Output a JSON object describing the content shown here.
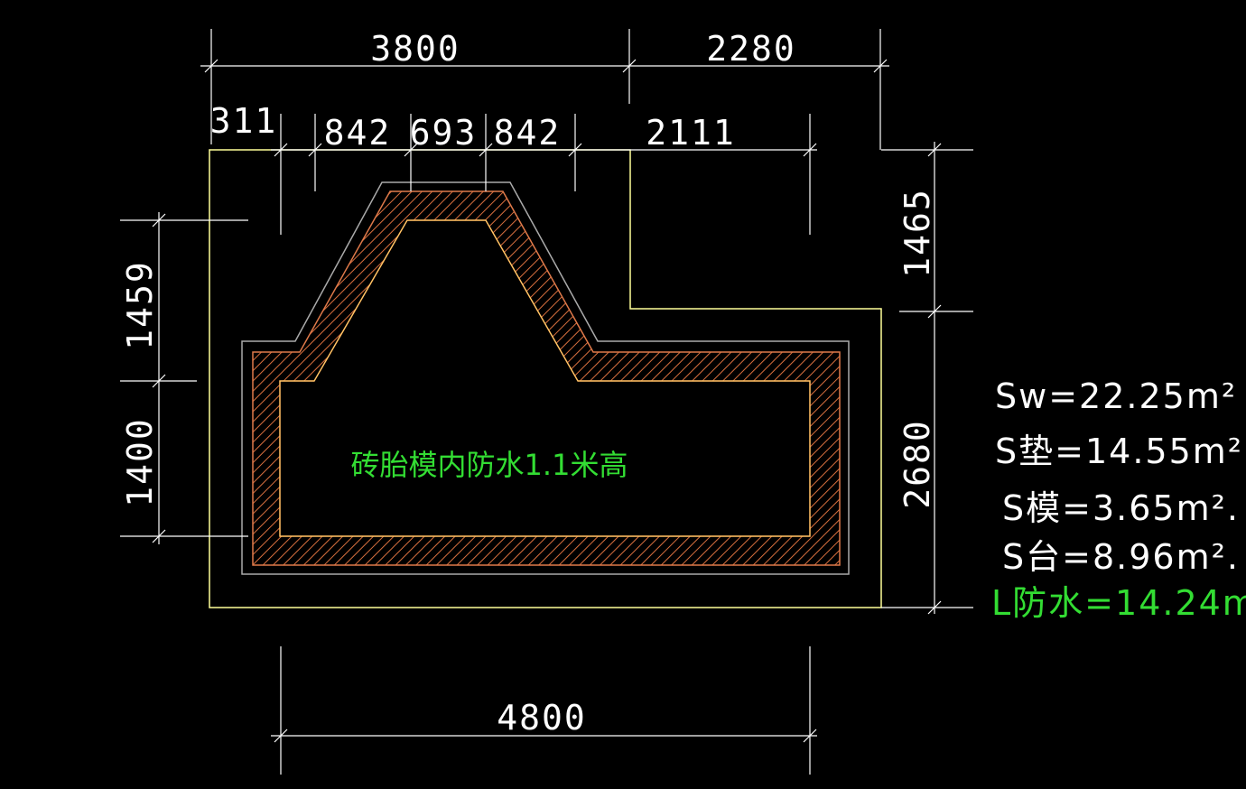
{
  "drawing": {
    "note": "砖胎模内防水1.1米高",
    "dimensions": {
      "top_3800": "3800",
      "top_2280": "2280",
      "d_311": "311",
      "d_842a": "842",
      "d_693": "693",
      "d_842b": "842",
      "d_2111": "2111",
      "left_1459": "1459",
      "left_1400": "1400",
      "right_1465": "1465",
      "right_2680": "2680",
      "bottom_4800": "4800"
    },
    "stats": {
      "sw": "Sw=22.25m²",
      "s_dian": "S垫=14.55m²",
      "s_mo": "S模=3.65m².",
      "s_tai": "S台=8.96m².",
      "l_fangshui": "L防水=14.24m"
    },
    "colors": {
      "background": "#000000",
      "dimension_lines": "#ffffff",
      "outline": "#ffff99",
      "hatch": "#e07a4a",
      "note_text": "#33dd33",
      "waterproof_text": "#33dd33"
    }
  }
}
